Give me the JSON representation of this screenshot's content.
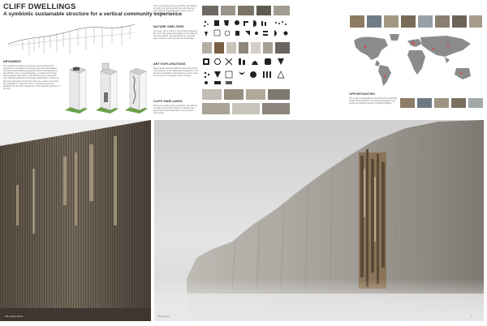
{
  "header": {
    "title": "CLIFF DWELLINGS",
    "subtitle": "A symbiotic sustainable structure for a vertical community experience"
  },
  "sections": {
    "argument": {
      "heading": "ARGUMENT",
      "text": "Is it possible to develop a new from pride architectural concept? Is it possible to find living part of the landscape? The Rock-hewn dwellings together with the architecture of the cliff face, form a new landscape, a vertical community that integrates with nature. The structure grows along the rock, following its lines and textures. Each cell is carved into the stone and takes its light from the sea. Learn more about the possibility for people to live in a vertical community hanging from the cliff, making use of the natural resources of the site."
    },
    "nature_shelters": {
      "heading": "NATURE SHELTERS",
      "text": "As a man, life is found in the primitive refuges in the rock. The caves and hollows of the cliffs are the first shelters, the inspiration for a vertical way of living in harmony with the landscape."
    },
    "art_explorations": {
      "heading": "ART EXPLORATIONS",
      "text": "Many artists explored different structures of the rock surfaces in the landscape. Research on the textures and patterns generated by erosion was the source for the design of the modules."
    },
    "cliff_dwellings": {
      "heading": "CLIFF DWELLINGS",
      "text": "This is an exciting living symbiosis: the cliff has its voids, the structure fills them with life and gives back to the landscape a new vertical community."
    },
    "opportunities": {
      "heading": "OPPORTUNITIES",
      "text": "The project is adaptable to any cliff in the world with similar characteristics. The world geographic map shows the locations where it could be applied."
    }
  },
  "captions": {
    "left_render": "Cliff dwellings facade",
    "right_render": "Cliff Dwellings"
  },
  "footer": {
    "page_number": "1"
  },
  "colors": {
    "text_dark": "#2b2b2b",
    "green_base": "#6aa04a",
    "map_land": "#8b8b8b"
  }
}
